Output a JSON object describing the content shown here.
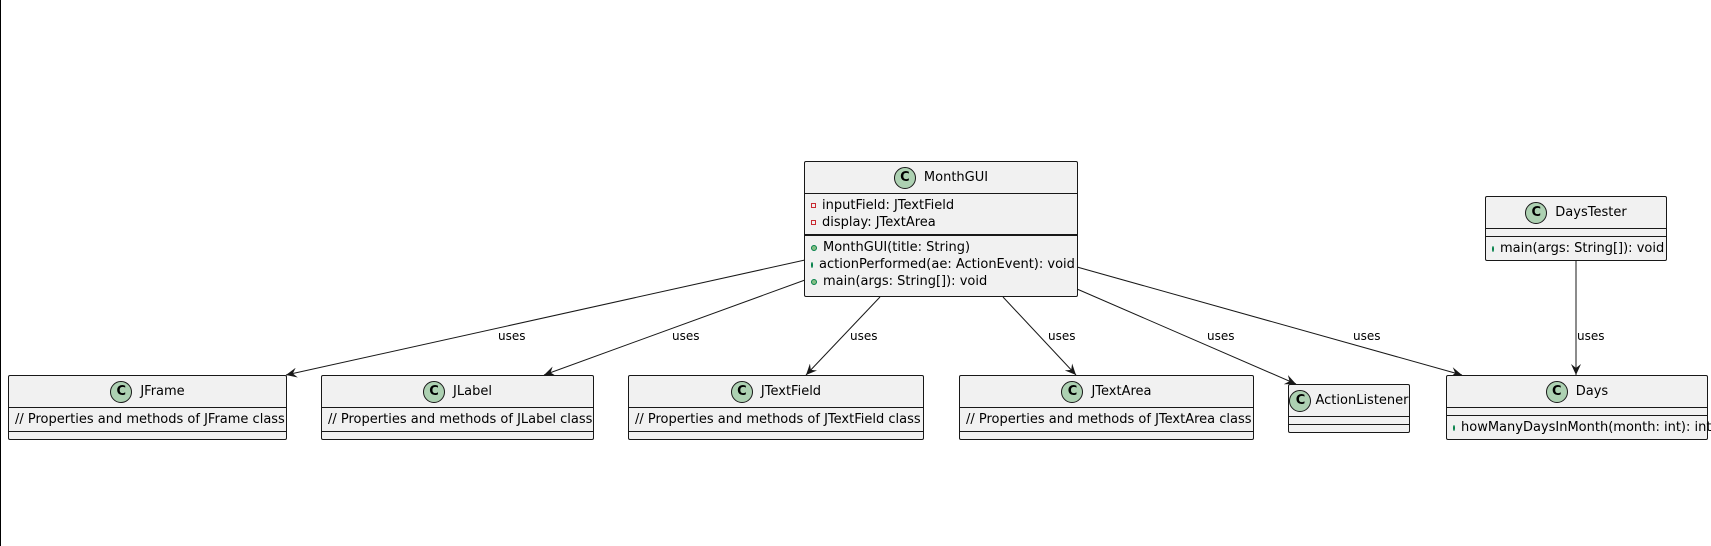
{
  "classes": {
    "monthgui": {
      "name": "MonthGUI",
      "badge": "C",
      "fields": [
        "inputField: JTextField",
        "display: JTextArea"
      ],
      "methods": [
        "MonthGUI(title: String)",
        "actionPerformed(ae: ActionEvent): void",
        "main(args: String[]): void"
      ]
    },
    "daystester": {
      "name": "DaysTester",
      "badge": "C",
      "methods": [
        "main(args: String[]): void"
      ]
    },
    "jframe": {
      "name": "JFrame",
      "badge": "C",
      "body": "// Properties and methods of JFrame class"
    },
    "jlabel": {
      "name": "JLabel",
      "badge": "C",
      "body": "// Properties and methods of JLabel class"
    },
    "jtextfield": {
      "name": "JTextField",
      "badge": "C",
      "body": "// Properties and methods of JTextField class"
    },
    "jtextarea": {
      "name": "JTextArea",
      "badge": "C",
      "body": "// Properties and methods of JTextArea class"
    },
    "actionlistener": {
      "name": "ActionListener",
      "badge": "C"
    },
    "days": {
      "name": "Days",
      "badge": "C",
      "methods": [
        "howManyDaysInMonth(month: int): int"
      ]
    }
  },
  "relations": [
    {
      "from": "MonthGUI",
      "to": "JFrame",
      "label": "uses"
    },
    {
      "from": "MonthGUI",
      "to": "JLabel",
      "label": "uses"
    },
    {
      "from": "MonthGUI",
      "to": "JTextField",
      "label": "uses"
    },
    {
      "from": "MonthGUI",
      "to": "JTextArea",
      "label": "uses"
    },
    {
      "from": "MonthGUI",
      "to": "ActionListener",
      "label": "uses"
    },
    {
      "from": "MonthGUI",
      "to": "Days",
      "label": "uses"
    },
    {
      "from": "DaysTester",
      "to": "Days",
      "label": "uses"
    }
  ],
  "colors": {
    "box_fill": "#f1f1f1",
    "border": "#181818",
    "badge": "#add1b2",
    "private": "#c82930",
    "public": "#84be84"
  }
}
